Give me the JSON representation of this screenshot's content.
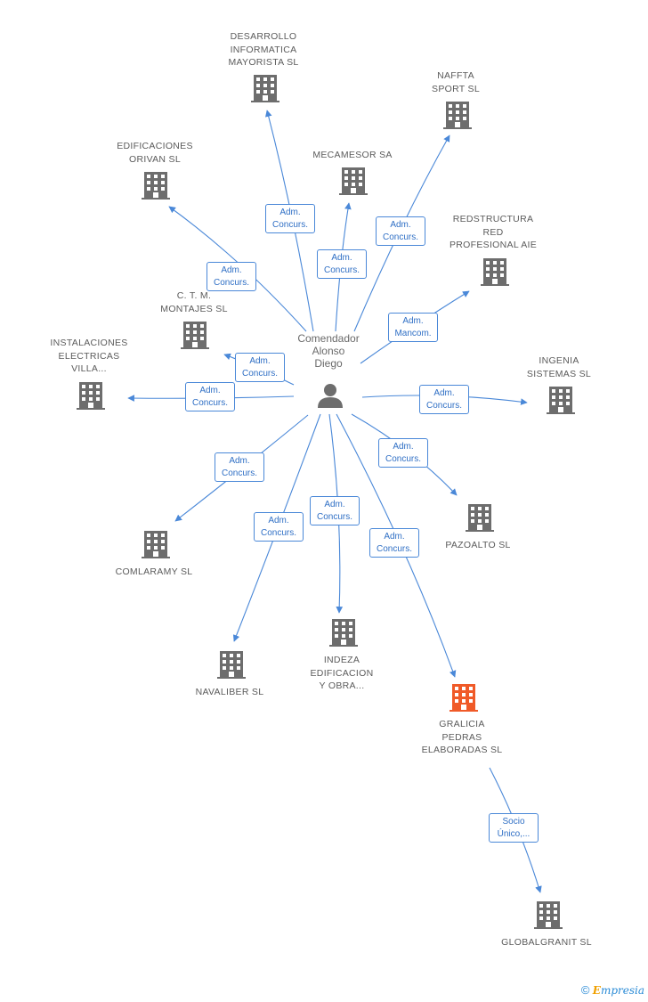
{
  "center_person": {
    "label": "Comendador\nAlonso\nDiego"
  },
  "companies": [
    {
      "id": "desarrollo",
      "label": "DESARROLLO\nINFORMATICA\nMAYORISTA SL"
    },
    {
      "id": "naffta",
      "label": "NAFFTA\nSPORT SL"
    },
    {
      "id": "mecamesor",
      "label": "MECAMESOR SA"
    },
    {
      "id": "edificaciones",
      "label": "EDIFICACIONES\nORIVAN SL"
    },
    {
      "id": "redstructura",
      "label": "REDSTRUCTURA\nRED\nPROFESIONAL AIE"
    },
    {
      "id": "ctm",
      "label": "C. T. M.\nMONTAJES SL"
    },
    {
      "id": "instalaciones",
      "label": "INSTALACIONES\nELECTRICAS\nVILLA..."
    },
    {
      "id": "ingenia",
      "label": "INGENIA\nSISTEMAS SL"
    },
    {
      "id": "pazoalto",
      "label": "PAZOALTO  SL"
    },
    {
      "id": "comlaramy",
      "label": "COMLARAMY SL"
    },
    {
      "id": "indeza",
      "label": "INDEZA\nEDIFICACION\nY OBRA..."
    },
    {
      "id": "navaliber",
      "label": "NAVALIBER SL"
    },
    {
      "id": "gralicia",
      "label": "GRALICIA\nPEDRAS\nELABORADAS SL",
      "highlight": true
    },
    {
      "id": "globalgranit",
      "label": "GLOBALGRANIT SL"
    }
  ],
  "relations": [
    {
      "from": "person",
      "to": "desarrollo",
      "label": "Adm.\nConcurs."
    },
    {
      "from": "person",
      "to": "mecamesor",
      "label": "Adm.\nConcurs."
    },
    {
      "from": "person",
      "to": "naffta",
      "label": "Adm.\nConcurs."
    },
    {
      "from": "person",
      "to": "edificaciones",
      "label": "Adm.\nConcurs."
    },
    {
      "from": "person",
      "to": "redstructura",
      "label": "Adm.\nMancom."
    },
    {
      "from": "person",
      "to": "ctm",
      "label": "Adm.\nConcurs."
    },
    {
      "from": "person",
      "to": "instalaciones",
      "label": "Adm.\nConcurs."
    },
    {
      "from": "person",
      "to": "ingenia",
      "label": "Adm.\nConcurs."
    },
    {
      "from": "person",
      "to": "pazoalto",
      "label": "Adm.\nConcurs."
    },
    {
      "from": "person",
      "to": "comlaramy",
      "label": "Adm.\nConcurs."
    },
    {
      "from": "person",
      "to": "indeza",
      "label": "Adm.\nConcurs."
    },
    {
      "from": "person",
      "to": "navaliber",
      "label": "Adm.\nConcurs."
    },
    {
      "from": "person",
      "to": "gralicia",
      "label": "Adm.\nConcurs."
    },
    {
      "from": "gralicia",
      "to": "globalgranit",
      "label": "Socio\nÚnico,..."
    }
  ],
  "colors": {
    "edge": "#4a88d8",
    "building": "#6d6d6d",
    "building_highlight": "#f05a28",
    "person": "#6d6d6d"
  },
  "footer": {
    "copyright": "©",
    "brand_initial": "E",
    "brand_rest": "mpresia"
  }
}
